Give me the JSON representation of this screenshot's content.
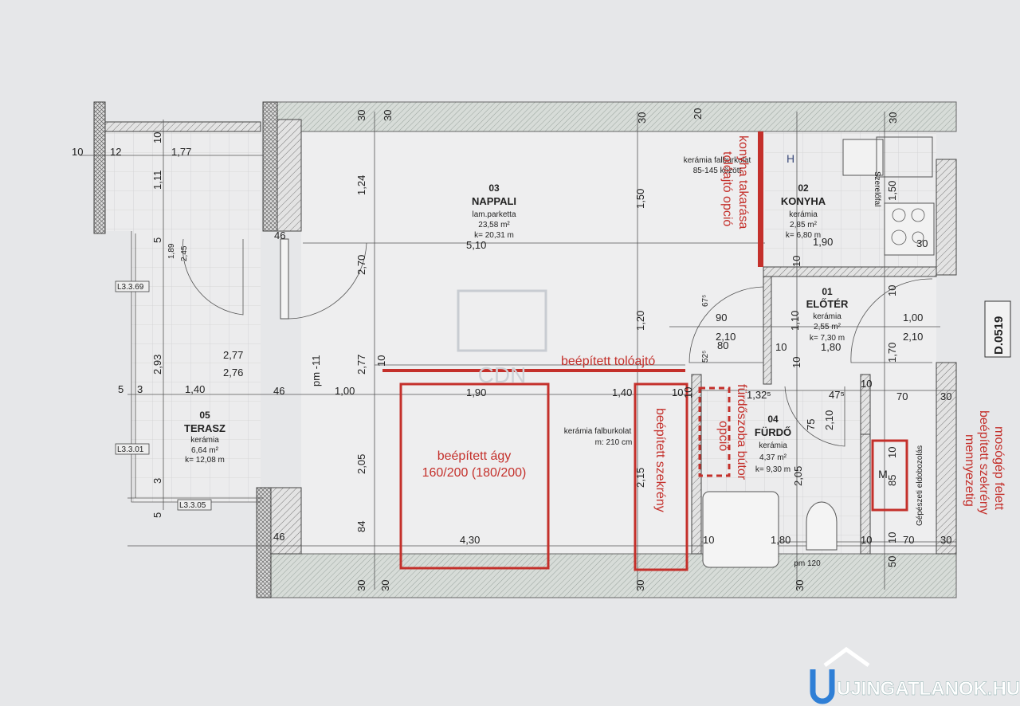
{
  "plan": {
    "sheet_code": "D.0519",
    "rooms": [
      {
        "no": "03",
        "name": "NAPPALI",
        "floor": "lam.parketta",
        "area": "23,58 m²",
        "perimeter": "k= 20,31 m"
      },
      {
        "no": "02",
        "name": "KONYHA",
        "floor": "kerámia",
        "area": "2,85 m²",
        "perimeter": "k= 6,80 m"
      },
      {
        "no": "01",
        "name": "ELŐTÉR",
        "floor": "kerámia",
        "area": "2,55 m²",
        "perimeter": "k= 7,30 m"
      },
      {
        "no": "04",
        "name": "FÜRDŐ",
        "floor": "kerámia",
        "area": "4,37 m²",
        "perimeter": "k= 9,30 m"
      },
      {
        "no": "05",
        "name": "TERASZ",
        "floor": "kerámia",
        "area": "6,64 m²",
        "perimeter": "k= 12,08 m"
      }
    ],
    "notes": {
      "wall_tile_kitchen_1": "kerámia falburkolat",
      "wall_tile_kitchen_2": "85-145 között",
      "wall_tile_room_1": "kerámia falburkolat",
      "wall_tile_room_2": "m: 210 cm",
      "installation_wall": "Szerelőfal",
      "mech_box": "Gépészeti eldobozolás",
      "hood": "H",
      "washer": "M",
      "floor_level": "pm -11",
      "floor_level_bath": "pm 120"
    },
    "tags": [
      "L3.3.69",
      "L3.3.01",
      "L3.3.05"
    ],
    "annotations": {
      "sliding_door": "beépített tolóajtó",
      "bed_1": "beépített ágy",
      "bed_2": "160/200 (180/200)",
      "wardrobe": "beépített szekrény",
      "kitchen_cover": "konyha takarása",
      "kitchen_cover_2": "tolóajtó opció",
      "bath_furniture": "fürdőszoba bútor",
      "bath_option": "opció",
      "washer_cabinet_1": "mosógép felett",
      "washer_cabinet_2": "beépített szekrény",
      "washer_cabinet_3": "mennyezetig"
    },
    "dims": {
      "d10a": "10",
      "d12": "12",
      "d177": "1,77",
      "d10b": "10",
      "d111": "1,11",
      "d5a": "5",
      "d189": "1,89",
      "d245": "2,45",
      "d46a": "46",
      "d293": "2,93",
      "d277a": "2,77",
      "d276": "2,76",
      "d5b": "5",
      "d3a": "3",
      "d140a": "1,40",
      "d46b": "46",
      "d100": "1,00",
      "d3b": "3",
      "d5c": "5",
      "d46c": "46",
      "d30a": "30",
      "d30b": "30",
      "d30c": "30",
      "d20": "20",
      "d30d": "30",
      "d124": "1,24",
      "d270": "2,70",
      "d277b": "2,77",
      "d10c": "10",
      "d205a": "2,05",
      "d84": "84",
      "d150a": "1,50",
      "d510": "5,10",
      "d120": "1,20",
      "d190a": "1,90",
      "d140b": "1,40",
      "d10d": "10",
      "d215": "2,15",
      "d430": "4,30",
      "d30e": "30",
      "d30f": "30",
      "d30g": "30",
      "d30h": "30",
      "d150b": "1,50",
      "d190b": "1,90",
      "d30i": "30",
      "d10e": "10",
      "d675": "67⁵",
      "d90": "90",
      "d210a": "2,10",
      "d80": "80",
      "d525": "52⁵",
      "d10f": "10",
      "d110": "1,10",
      "d10g": "10",
      "d180a": "1,80",
      "d10h": "10",
      "d170": "1,70",
      "d100b": "1,00",
      "d210b": "2,10",
      "d10i": "10",
      "d1325": "1,32⁵",
      "d475": "47⁵",
      "d75": "75",
      "d210c": "2,10",
      "d10j": "10",
      "d70a": "70",
      "d30j": "30",
      "d205b": "2,05",
      "d10k": "10",
      "d85": "85",
      "d10l": "10",
      "d180b": "1,80",
      "d10m": "10",
      "d10n": "10",
      "d70b": "70",
      "d30k": "30",
      "d50": "50"
    },
    "watermark": "CDN"
  },
  "logo": {
    "text": "UJINGATLANOK.HU",
    "accent": "#2f7fd6"
  }
}
